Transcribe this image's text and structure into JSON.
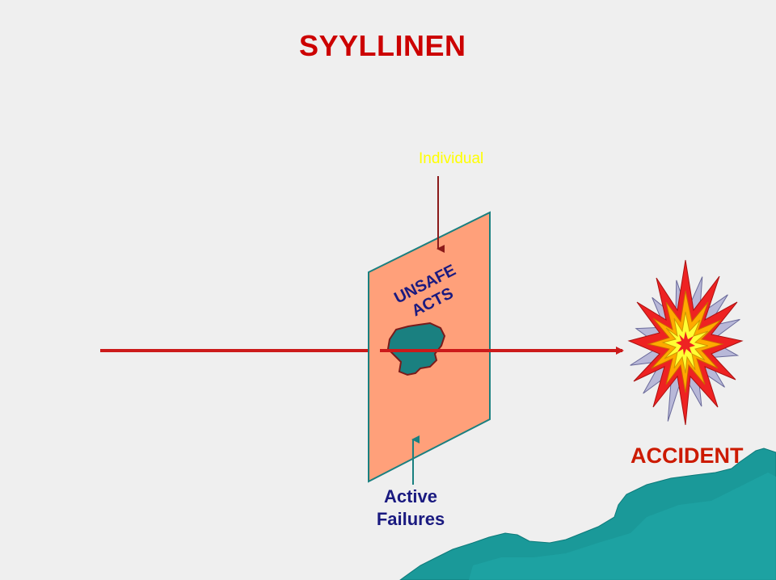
{
  "title": "SYYLLINEN",
  "labels": {
    "individual": "Individual",
    "unsafe_acts_line1": "UNSAFE",
    "unsafe_acts_line2": "ACTS",
    "active_failures_line1": "Active",
    "active_failures_line2": "Failures",
    "accident": "ACCIDENT"
  },
  "colors": {
    "background": "#efefef",
    "title": "#cc0000",
    "trajectory": "#cc1a1a",
    "plane_fill": "#ffa07a",
    "hole_fill": "#1a8080",
    "individual_text": "#ffff00",
    "active_text": "#1a1a80",
    "accident_text": "#cc1a00",
    "terrain": "#1a9999",
    "explosion_outer": "#ee2222",
    "explosion_mid": "#ffaa00",
    "explosion_inner": "#ffff33"
  },
  "icons": {
    "explosion": "explosion-burst-icon",
    "hole": "defense-hole-icon"
  }
}
